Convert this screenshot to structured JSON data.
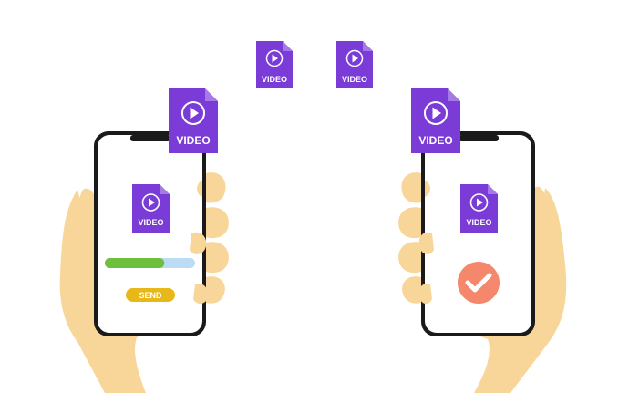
{
  "files": {
    "label": "VIDEO",
    "icon": "play-icon",
    "color": "#7a3bd6",
    "fold_color": "#a57ae6"
  },
  "sender": {
    "upload_progress": 0.66,
    "send_label": "SEND",
    "progress_fill_color": "#6fbf3e",
    "progress_track_color": "#bcdcf5",
    "send_button_color": "#e8b818"
  },
  "receiver": {
    "status_icon": "checkmark-icon",
    "status_color": "#f5876c"
  },
  "colors": {
    "skin": "#f8d69a",
    "skin_shade": "#f1c47f",
    "phone_frame": "#1a1a1a",
    "screen": "#ffffff"
  }
}
